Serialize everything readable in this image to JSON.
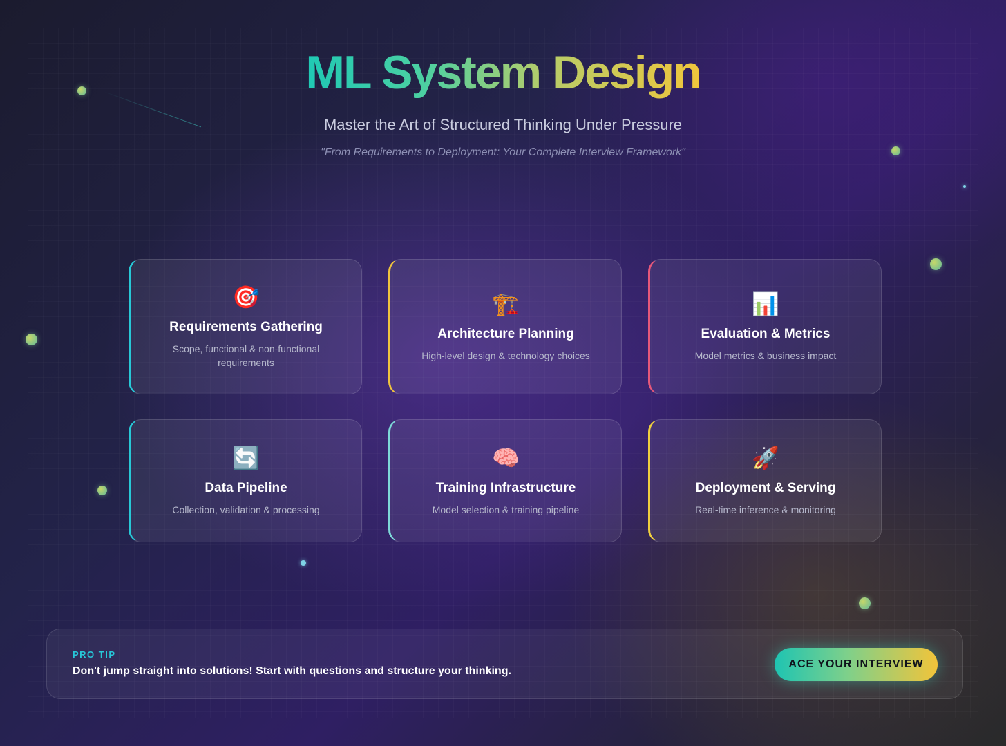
{
  "header": {
    "title": "ML System Design",
    "subtitle": "Master the Art of Structured Thinking Under Pressure",
    "quote": "\"From Requirements to Deployment: Your Complete Interview Framework\""
  },
  "cards": [
    {
      "icon": "🎯",
      "icon_name": "target-icon",
      "title": "Requirements Gathering",
      "desc": "Scope, functional & non-functional requirements",
      "accent": "#28c8d6"
    },
    {
      "icon": "🏗️",
      "icon_name": "crane-icon",
      "title": "Architecture Planning",
      "desc": "High-level design & technology choices",
      "accent": "#f0c43e"
    },
    {
      "icon": "📊",
      "icon_name": "bar-chart-icon",
      "title": "Evaluation & Metrics",
      "desc": "Model metrics & business impact",
      "accent": "#e6587a"
    },
    {
      "icon": "🔄",
      "icon_name": "refresh-icon",
      "title": "Data Pipeline",
      "desc": "Collection, validation & processing",
      "accent": "#28c8d6"
    },
    {
      "icon": "🧠",
      "icon_name": "brain-icon",
      "title": "Training Infrastructure",
      "desc": "Model selection & training pipeline",
      "accent": "#7ed8d8"
    },
    {
      "icon": "🚀",
      "icon_name": "rocket-icon",
      "title": "Deployment & Serving",
      "desc": "Real-time inference & monitoring",
      "accent": "#f0cf3e"
    }
  ],
  "tip": {
    "label": "PRO TIP",
    "text": "Don't jump straight into solutions! Start with questions and structure your thinking.",
    "button_label": "ACE YOUR INTERVIEW"
  },
  "colors": {
    "teal": "#1fc9b4",
    "gold": "#f0c63c",
    "pink": "#e6587a"
  }
}
